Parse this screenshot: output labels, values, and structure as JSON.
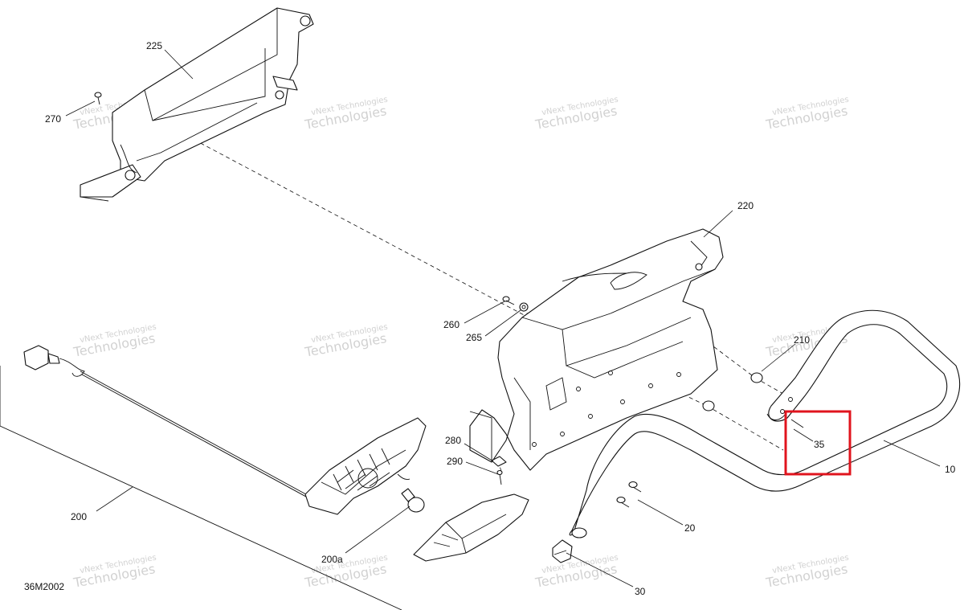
{
  "callouts": {
    "c225": "225",
    "c270": "270",
    "c220": "220",
    "c260": "260",
    "c265": "265",
    "c210": "210",
    "c280": "280",
    "c290": "290",
    "c35": "35",
    "c10": "10",
    "c200": "200",
    "c20": "20",
    "c200a": "200a",
    "c30": "30"
  },
  "diagram_code": "36M2002",
  "watermark": {
    "line1": "vNext Technologies",
    "line2": "vNext",
    "line3": "Technologies"
  },
  "highlight_color": "#e0141e",
  "highlighted_callout": "35"
}
